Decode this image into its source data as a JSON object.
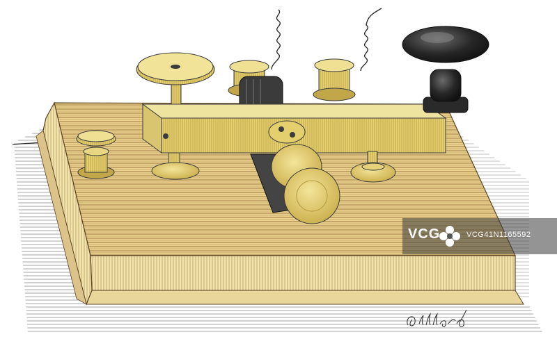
{
  "image": {
    "subject": "telegraph-key",
    "colors": {
      "wood_light": "#f3e3a4",
      "wood_mid": "#d9b877",
      "wood_dark": "#8c6a3c",
      "brass": "#e6d27a",
      "brass_shade": "#b49a3c",
      "ink": "#2b2b2b",
      "knob": "#2a2a2a"
    }
  },
  "watermark": {
    "logo": "VCG",
    "id_text": "VCG41N1165592"
  },
  "signature": {
    "text": "Gillard"
  }
}
